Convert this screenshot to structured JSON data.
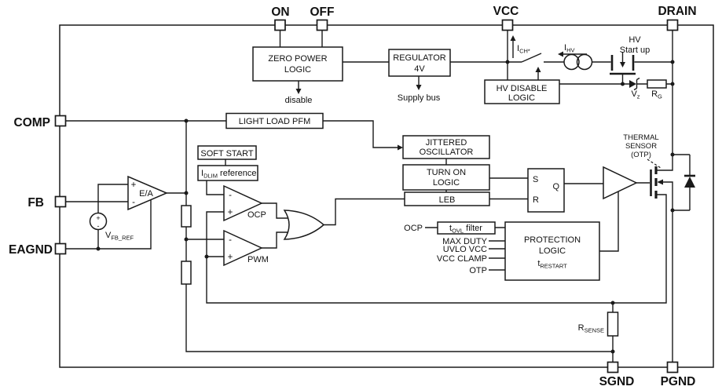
{
  "colors": {
    "line": "#1a1a1a",
    "background": "#ffffff"
  },
  "pins": {
    "on": "ON",
    "off": "OFF",
    "vcc": "VCC",
    "drain": "DRAIN",
    "comp": "COMP",
    "fb": "FB",
    "eagnd": "EAGND",
    "sgnd": "SGND",
    "pgnd": "PGND"
  },
  "blocks": {
    "zpl": [
      "ZERO POWER",
      "LOGIC"
    ],
    "regulator": [
      "REGULATOR",
      "4V"
    ],
    "hv_disable": [
      "HV DISABLE",
      "LOGIC"
    ],
    "light_load_pfm": "LIGHT LOAD PFM",
    "soft_start": "SOFT START",
    "idlim": {
      "main": "I",
      "sub": "DLIM",
      "rest": " reference"
    },
    "jittered_osc": [
      "JITTERED",
      "OSCILLATOR"
    ],
    "turn_on_logic": [
      "TURN ON",
      "LOGIC"
    ],
    "leb": "LEB",
    "tovl": {
      "main": "t",
      "sub": "OVL",
      "rest": " filter"
    },
    "protection": [
      "PROTECTION",
      "LOGIC"
    ],
    "protection_t": {
      "main": "t",
      "sub": "RESTART"
    }
  },
  "labels": {
    "disable": "disable",
    "supply_bus": "Supply bus",
    "ich": {
      "main": "I",
      "sub": "CH*"
    },
    "ihv": {
      "main": "I",
      "sub": "HV"
    },
    "hv_startup": [
      "HV",
      "Start up"
    ],
    "vz": {
      "main": "V",
      "sub": "z"
    },
    "rg": {
      "main": "R",
      "sub": "G"
    },
    "ea": "E/A",
    "vfbref": {
      "main": "V",
      "sub": "FB_REF"
    },
    "ocp": "OCP",
    "pwm": "PWM",
    "latch": {
      "s": "S",
      "r": "R",
      "q": "Q"
    },
    "prot_in": {
      "ocp": "OCP",
      "max_duty": "MAX DUTY",
      "uvlo": "UVLO VCC",
      "vcc_clamp": "VCC CLAMP",
      "otp": "OTP"
    },
    "thermal": [
      "THERMAL",
      "SENSOR",
      "(OTP)"
    ],
    "rsense": {
      "main": "R",
      "sub": "SENSE"
    },
    "plus": "+",
    "minus": "-"
  }
}
